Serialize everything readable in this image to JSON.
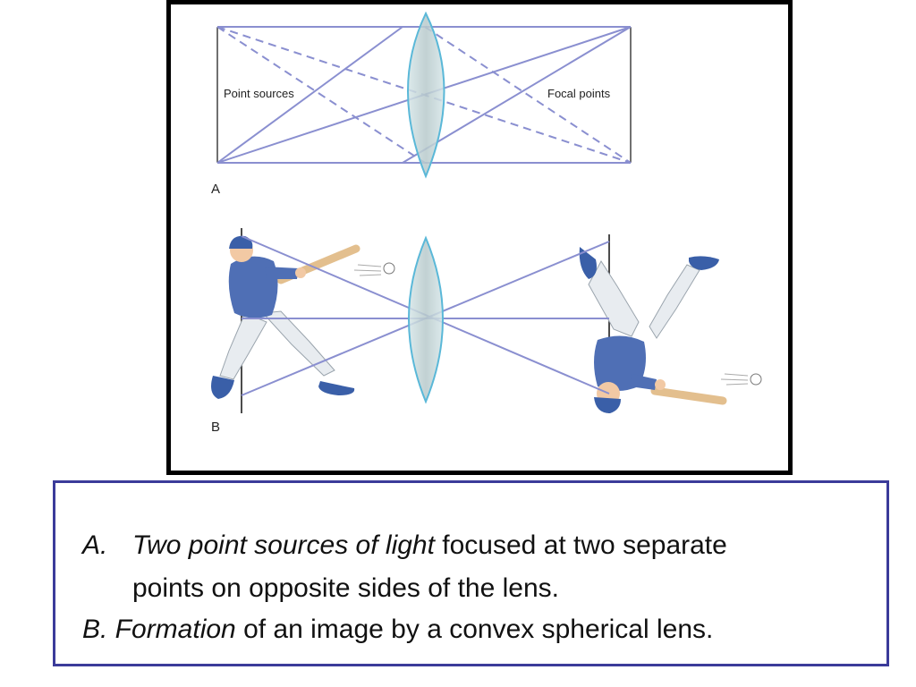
{
  "diagram_a": {
    "panel_letter": "A",
    "label_left": "Point sources",
    "label_right": "Focal points"
  },
  "diagram_b": {
    "panel_letter": "B"
  },
  "caption": {
    "item_a_marker": "A.",
    "item_a_emphasis": "Two point sources of light",
    "item_a_rest": " focused at two separate",
    "item_a_continuation": "points on opposite sides of the lens.",
    "item_b_emphasis": "B. Formation",
    "item_b_rest": " of an image by a convex spherical lens."
  },
  "colors": {
    "ray": "#8a8fd0",
    "lens_edge": "#5ab8d8",
    "frame": "#000000",
    "caption_border": "#3b3b9a",
    "uniform_blue": "#4f6fb5"
  },
  "icons": [
    "convex-lens-icon",
    "baseball-batter-icon",
    "inverted-batter-image-icon",
    "baseball-icon"
  ]
}
